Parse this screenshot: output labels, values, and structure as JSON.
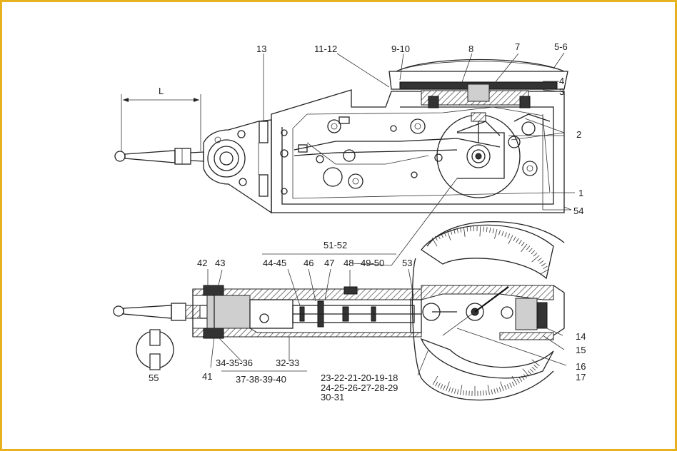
{
  "border_color": "#e8b120",
  "labels": {
    "l": "L",
    "n13": "13",
    "n11_12": "11-12",
    "n9_10": "9-10",
    "n8": "8",
    "n7": "7",
    "n5_6": "5-6",
    "n4": "4",
    "n3": "3",
    "n2": "2",
    "n1": "1",
    "n54": "54",
    "n51_52": "51-52",
    "n42": "42",
    "n43": "43",
    "n44_45": "44-45",
    "n46": "46",
    "n47": "47",
    "n48": "48",
    "n49_50": "49-50",
    "n53": "53",
    "n14": "14",
    "n15": "15",
    "n16": "16",
    "n17": "17",
    "n55": "55",
    "n41": "41",
    "n34_36": "34-35-36",
    "n32_33": "32-33",
    "n37_40": "37-38-39-40",
    "n23_18": "23-22-21-20-19-18",
    "n24_29": "24-25-26-27-28-29",
    "n30_31": "30-31"
  }
}
